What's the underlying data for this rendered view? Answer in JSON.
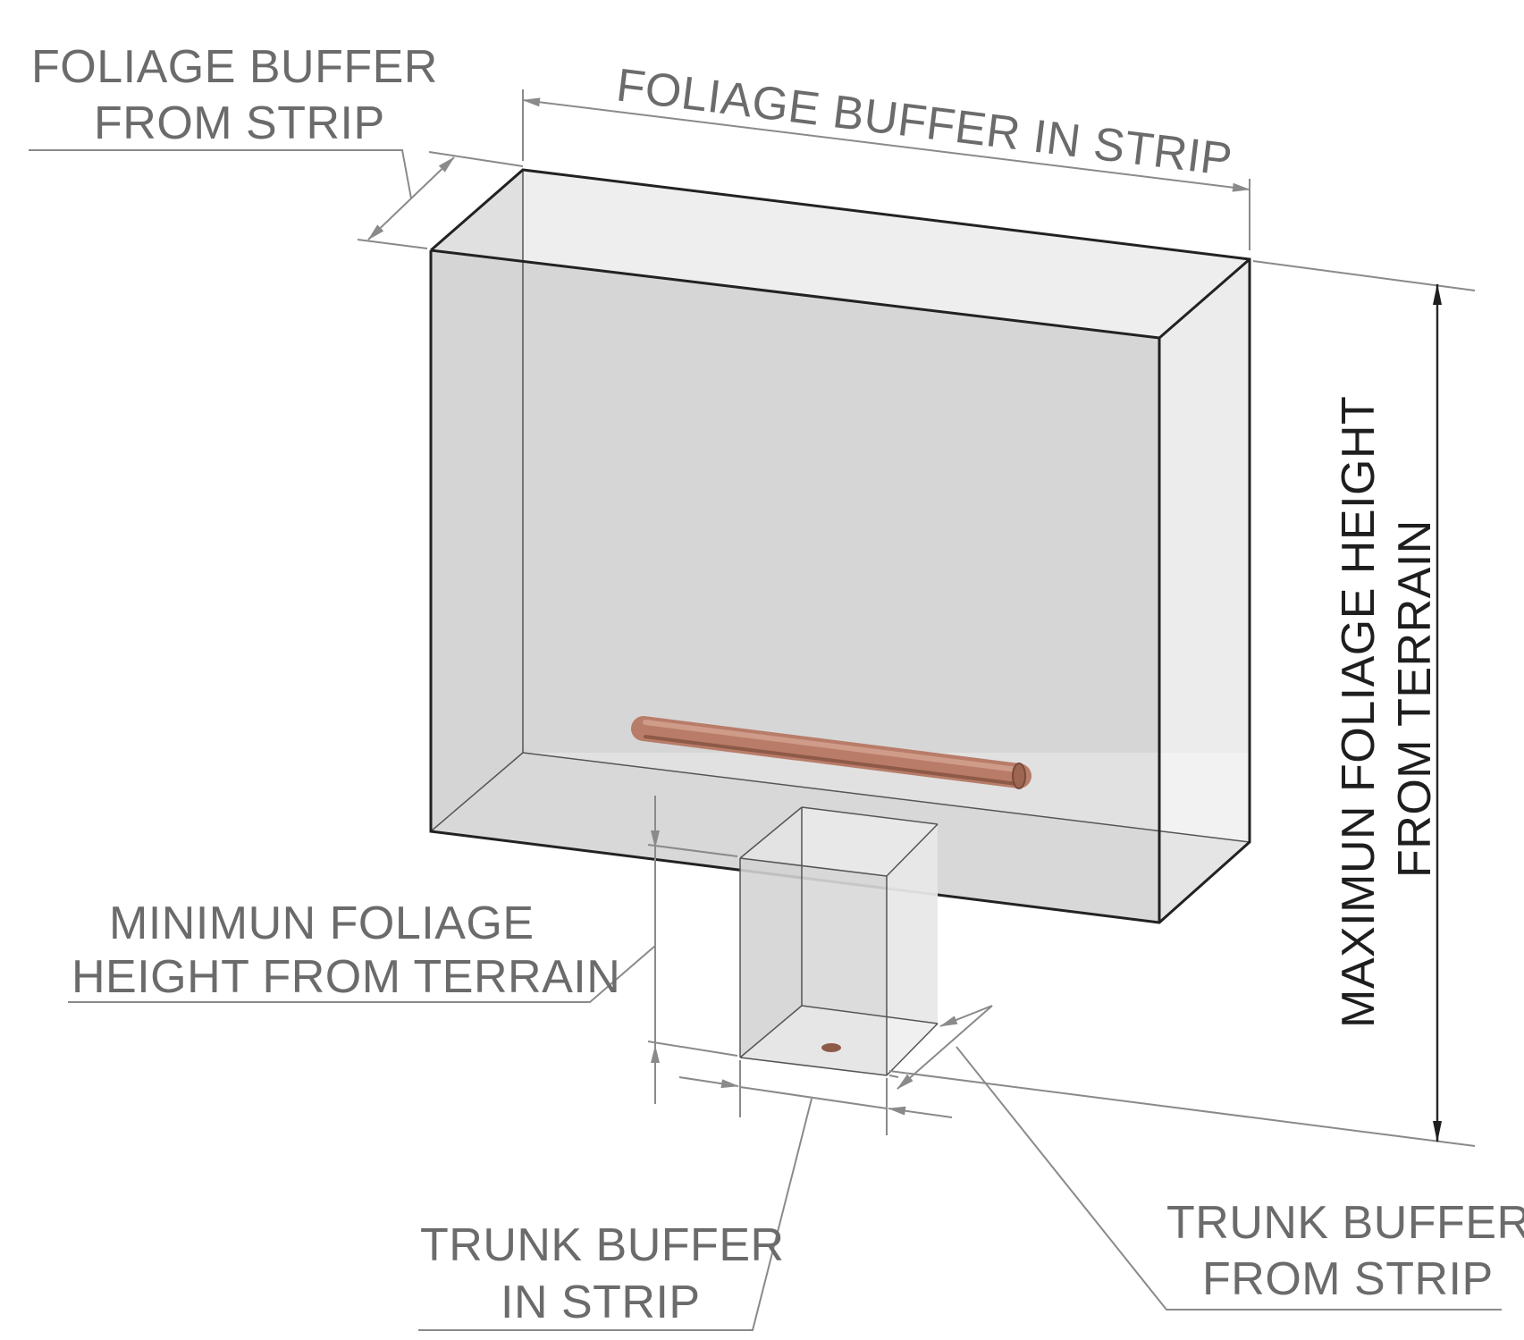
{
  "labels": {
    "foliage_from_strip_1": "FOLIAGE BUFFER",
    "foliage_from_strip_2": "FROM STRIP",
    "foliage_in_strip": "FOLIAGE BUFFER IN STRIP",
    "max_height_1": "MAXIMUN FOLIAGE HEIGHT",
    "max_height_2": "FROM TERRAIN",
    "min_height_1": "MINIMUN FOLIAGE",
    "min_height_2": "HEIGHT FROM TERRAIN",
    "trunk_in_strip_1": "TRUNK BUFFER",
    "trunk_in_strip_2": "IN STRIP",
    "trunk_from_strip_1": "TRUNK BUFFER",
    "trunk_from_strip_2": "FROM STRIP"
  },
  "colors": {
    "foliage_front": "#c9c9c9",
    "foliage_back": "#e6e6e6",
    "trunk_box": "#e2e2e2",
    "tree": "#b87c68"
  }
}
